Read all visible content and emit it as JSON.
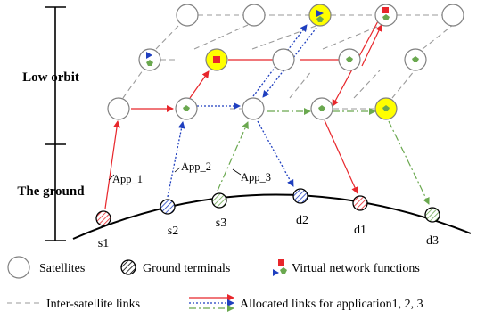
{
  "regions": {
    "low_orbit": "Low orbit",
    "ground": "The ground"
  },
  "terminal_labels": {
    "s1": "s1",
    "s2": "s2",
    "s3": "s3",
    "d2": "d2",
    "d1": "d1",
    "d3": "d3"
  },
  "app_labels": {
    "app1": "App_1",
    "app2": "App_2",
    "app3": "App_3"
  },
  "legend": {
    "satellites": "Satellites",
    "ground_terminals": "Ground terminals",
    "vnf": "Virtual network functions",
    "isl": "Inter-satellite links",
    "allocated": "Allocated links for application1, 2, 3"
  },
  "colors": {
    "app1": "#e8262b",
    "app2": "#1f3fbf",
    "app3": "#6aa84f",
    "vnf_highlight": "#ffff00",
    "isl": "#9a9a9a"
  }
}
